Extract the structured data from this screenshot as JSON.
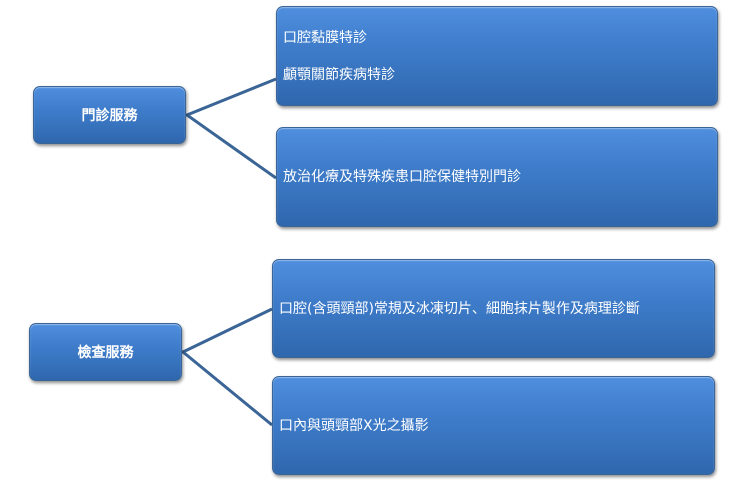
{
  "groups": [
    {
      "label": "門診服務",
      "items": [
        {
          "lines": [
            "口腔黏膜特診",
            "顱顎關節疾病特診"
          ]
        },
        {
          "lines": [
            "放治化療及特殊疾患口腔保健特別門診"
          ]
        }
      ]
    },
    {
      "label": "檢查服務",
      "items": [
        {
          "lines": [
            "口腔(含頭頸部)常規及冰凍切片、細胞抹片製作及病理診斷"
          ]
        },
        {
          "lines": [
            "口內與頭頸部X光之攝影"
          ]
        }
      ]
    }
  ],
  "colors": {
    "box": "#3d7bc9",
    "connector": "#3a6596"
  }
}
